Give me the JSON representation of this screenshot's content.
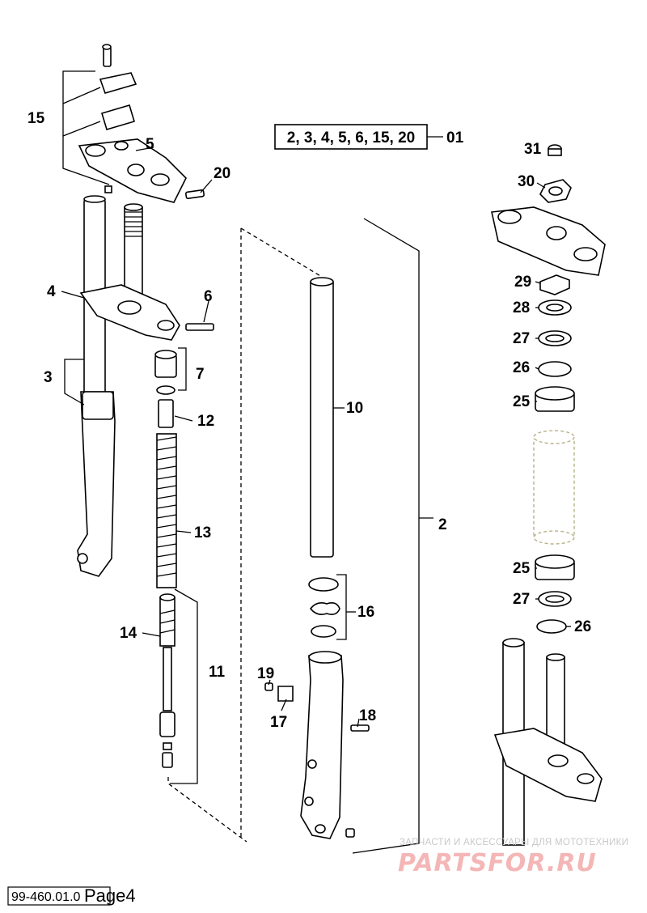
{
  "kit_box": {
    "label": "2, 3, 4, 5, 6, 15, 20",
    "ref": "01"
  },
  "callouts": {
    "c15": "15",
    "c5": "5",
    "c20": "20",
    "c4": "4",
    "c6": "6",
    "c3": "3",
    "c7": "7",
    "c12": "12",
    "c13": "13",
    "c14": "14",
    "c11": "11",
    "c10": "10",
    "c2": "2",
    "c16": "16",
    "c19": "19",
    "c17": "17",
    "c18": "18",
    "c31": "31",
    "c30": "30",
    "c29": "29",
    "c28": "28",
    "c27a": "27",
    "c26a": "26",
    "c25a": "25",
    "c25b": "25",
    "c27b": "27",
    "c26b": "26"
  },
  "footer": {
    "code": "99-460.01.0",
    "page": "Page4"
  },
  "watermark": {
    "subtitle": "ЗАПЧАСТИ И АКСЕССУАРЫ ДЛЯ МОТОТЕХНИКИ",
    "brand": "PARTSFOR.RU"
  }
}
